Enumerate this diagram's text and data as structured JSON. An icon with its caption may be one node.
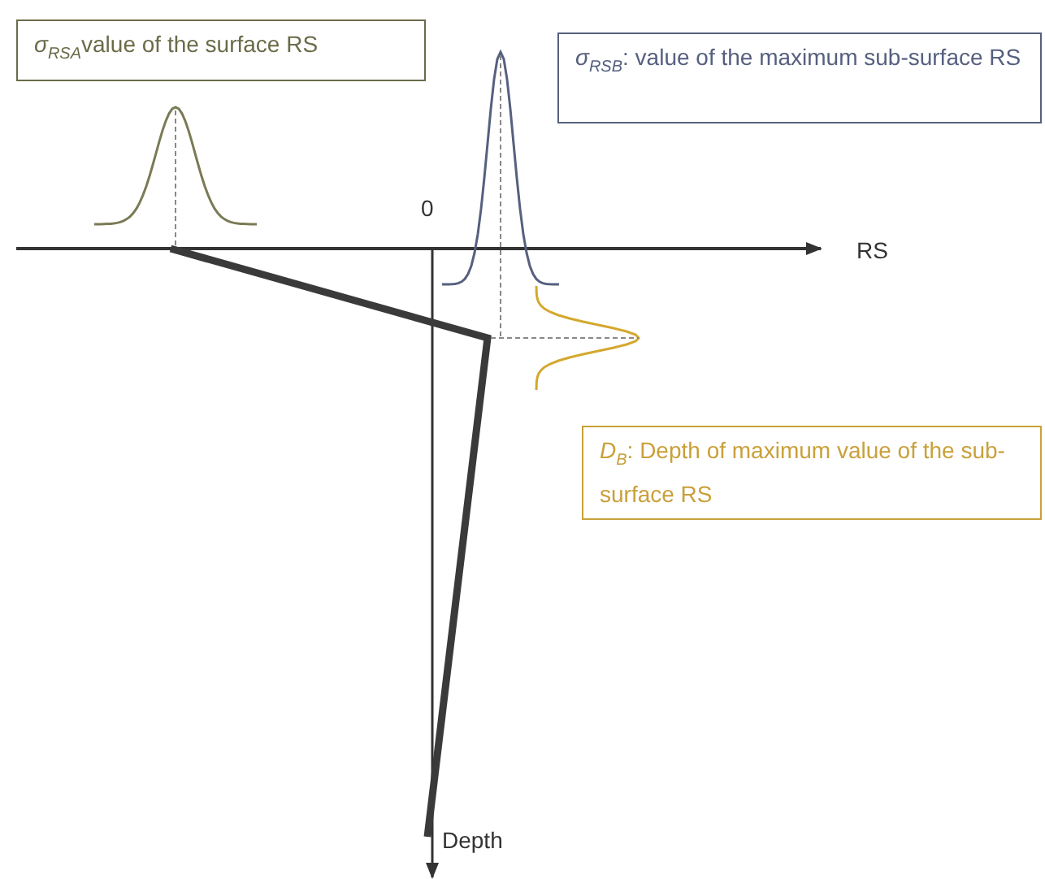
{
  "diagram": {
    "nodes": [
      {
        "text": [
          "*σ*$_{RSA}$value of the surface RS"
        ]
      },
      {
        "text": [
          "*σ*$_{RSB}$: value of the maximum sub-surface RS"
        ]
      },
      {
        "text": [
          "*D*$_{B}$: Depth of maximum value of the sub-surface RS"
        ]
      }
    ],
    "labels": [
      "0",
      "RS",
      "Depth"
    ]
  }
}
